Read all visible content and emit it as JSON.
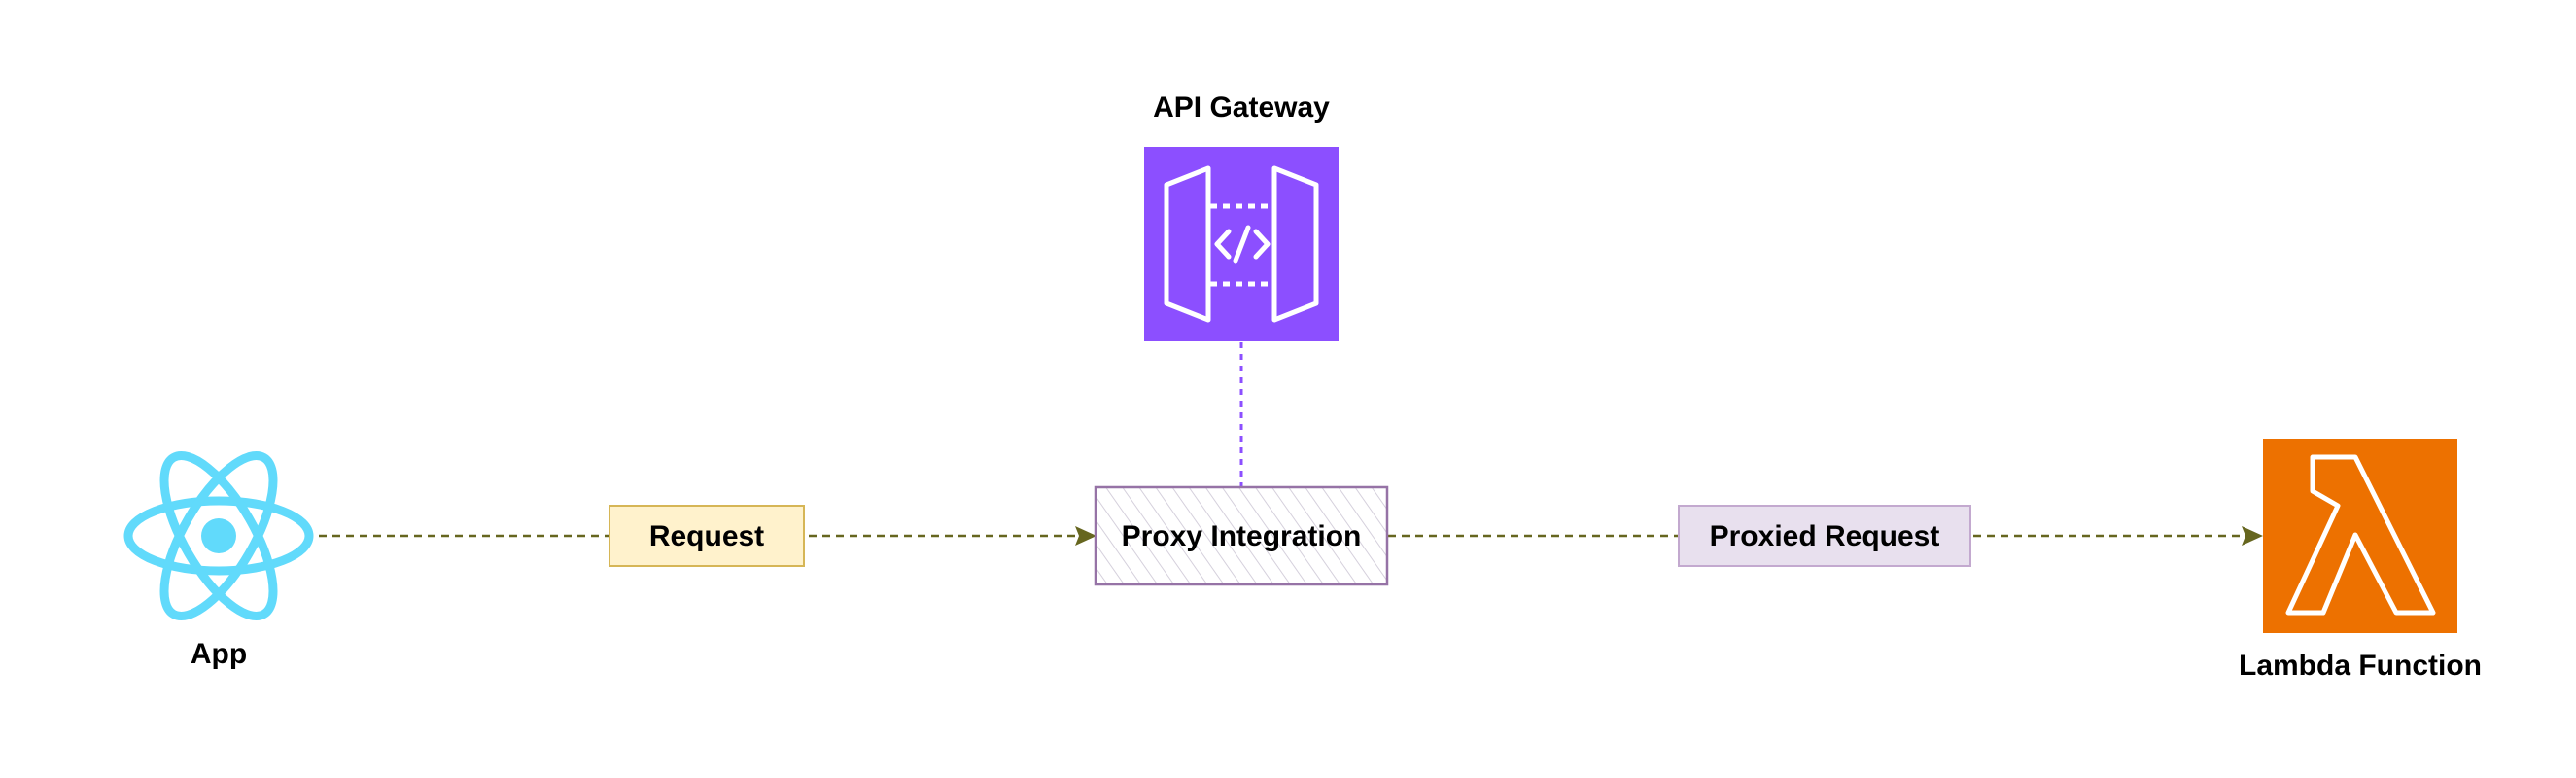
{
  "diagram": {
    "nodes": {
      "app": {
        "label": "App",
        "icon": "react-icon",
        "color": "#61dafb"
      },
      "api_gateway": {
        "label": "API Gateway",
        "icon": "api-gateway-icon",
        "color": "#8c4fff"
      },
      "proxy_integration": {
        "label": "Proxy Integration",
        "fill": "#ffffff",
        "hatch_color": "#d5d0dc",
        "border": "#9673a6"
      },
      "lambda_function": {
        "label": "Lambda Function",
        "icon": "lambda-icon",
        "color": "#ed7100"
      }
    },
    "edge_labels": {
      "request": {
        "label": "Request",
        "fill": "#fff2cc",
        "border": "#d6b656"
      },
      "proxied_request": {
        "label": "Proxied Request",
        "fill": "#e8e0ee",
        "border": "#c3a9cf"
      }
    },
    "edges": [
      {
        "from": "app",
        "to": "proxy_integration",
        "label": "request",
        "style": "dashed",
        "color": "#66661f"
      },
      {
        "from": "proxy_integration",
        "to": "lambda_function",
        "label": "proxied_request",
        "style": "dashed",
        "color": "#66661f"
      },
      {
        "from": "api_gateway",
        "to": "proxy_integration",
        "style": "dotted",
        "color": "#8c4fff"
      }
    ]
  }
}
